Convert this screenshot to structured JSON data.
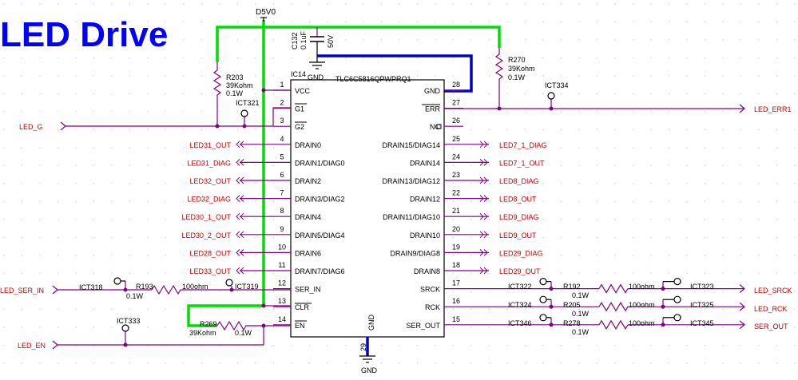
{
  "title": "LED Drive",
  "chip": {
    "ref": "IC14",
    "part": "TLC6C5816QPWPRQ1",
    "pins_left": [
      {
        "num": "1",
        "name": "VCC"
      },
      {
        "num": "2",
        "name": "G1"
      },
      {
        "num": "3",
        "name": "G2"
      },
      {
        "num": "4",
        "name": "DRAIN0"
      },
      {
        "num": "5",
        "name": "DRAIN1/DIAG0"
      },
      {
        "num": "6",
        "name": "DRAIN2"
      },
      {
        "num": "7",
        "name": "DRAIN3/DIAG2"
      },
      {
        "num": "8",
        "name": "DRAIN4"
      },
      {
        "num": "9",
        "name": "DRAIN5/DIAG4"
      },
      {
        "num": "10",
        "name": "DRAIN6"
      },
      {
        "num": "11",
        "name": "DRAIN7/DIAG6"
      },
      {
        "num": "12",
        "name": "SER_IN"
      },
      {
        "num": "13",
        "name": "CLR"
      },
      {
        "num": "14",
        "name": "EN"
      }
    ],
    "pins_right": [
      {
        "num": "28",
        "name": "GND"
      },
      {
        "num": "27",
        "name": "ERR"
      },
      {
        "num": "26",
        "name": "NC"
      },
      {
        "num": "25",
        "name": "DRAIN15/DIAG14"
      },
      {
        "num": "24",
        "name": "DRAIN14"
      },
      {
        "num": "23",
        "name": "DRAIN13/DIAG12"
      },
      {
        "num": "22",
        "name": "DRAIN12"
      },
      {
        "num": "21",
        "name": "DRAIN11/DIAG10"
      },
      {
        "num": "20",
        "name": "DRAIN10"
      },
      {
        "num": "19",
        "name": "DRAIN9/DIAG8"
      },
      {
        "num": "18",
        "name": "DRAIN8"
      },
      {
        "num": "17",
        "name": "SRCK"
      },
      {
        "num": "16",
        "name": "RCK"
      },
      {
        "num": "15",
        "name": "SER_OUT"
      }
    ],
    "pin_bottom": {
      "num": "29",
      "name": "GND"
    }
  },
  "nets_left": [
    "LED31_OUT",
    "LED31_DIAG",
    "LED32_OUT",
    "LED32_DIAG",
    "LED30_1_OUT",
    "LED30_2_OUT",
    "LED28_OUT",
    "LED33_OUT"
  ],
  "nets_right": [
    "LED7_1_DIAG",
    "LED7_1_OUT",
    "LED8_DIAG",
    "LED8_OUT",
    "LED9_DIAG",
    "LED9_OUT",
    "LED29_DIAG",
    "LED29_OUT"
  ],
  "supply": {
    "d5v0": "D5V0",
    "gnd": "GND"
  },
  "cap": {
    "ref": "C132",
    "value": "0.1uF",
    "voltage": "50V"
  },
  "resistors": {
    "r203": {
      "ref": "R203",
      "value": "39Kohm",
      "power": "0.1W"
    },
    "r270": {
      "ref": "R270",
      "value": "39Kohm",
      "power": "0.1W"
    },
    "r193": {
      "ref": "R193",
      "value": "100ohm",
      "power": "0.1W"
    },
    "r269": {
      "ref": "R269",
      "value": "39Kohm",
      "power": "0.1W"
    },
    "r192": {
      "ref": "R192",
      "value": "100ohm",
      "power": "0.1W"
    },
    "r205": {
      "ref": "R205",
      "value": "100ohm",
      "power": "0.1W"
    },
    "r278": {
      "ref": "R278",
      "value": "100ohm",
      "power": "0.1W"
    }
  },
  "testpoints": {
    "ict321": "ICT321",
    "ict334": "ICT334",
    "ict318": "ICT318",
    "ict319": "ICT319",
    "ict333": "ICT333",
    "ict322": "ICT322",
    "ict323": "ICT323",
    "ict324": "ICT324",
    "ict325": "ICT325",
    "ict346": "ICT346",
    "ict345": "ICT345"
  },
  "ports": {
    "led_g": "LED_G",
    "led_ser_in": "LED_SER_IN",
    "led_en": "LED_EN",
    "led_err1": "LED_ERR1",
    "led_srck": "LED_SRCK",
    "led_rck": "LED_RCK",
    "ser_out": "SER_OUT"
  },
  "colors": {
    "wire": "#800080",
    "pwr_wire": "#00dd00",
    "gnd_wire": "#0000cc",
    "net_label": "#cc0000",
    "title": "#0000ff",
    "text": "#000000",
    "grid": "#c8c8c8"
  }
}
